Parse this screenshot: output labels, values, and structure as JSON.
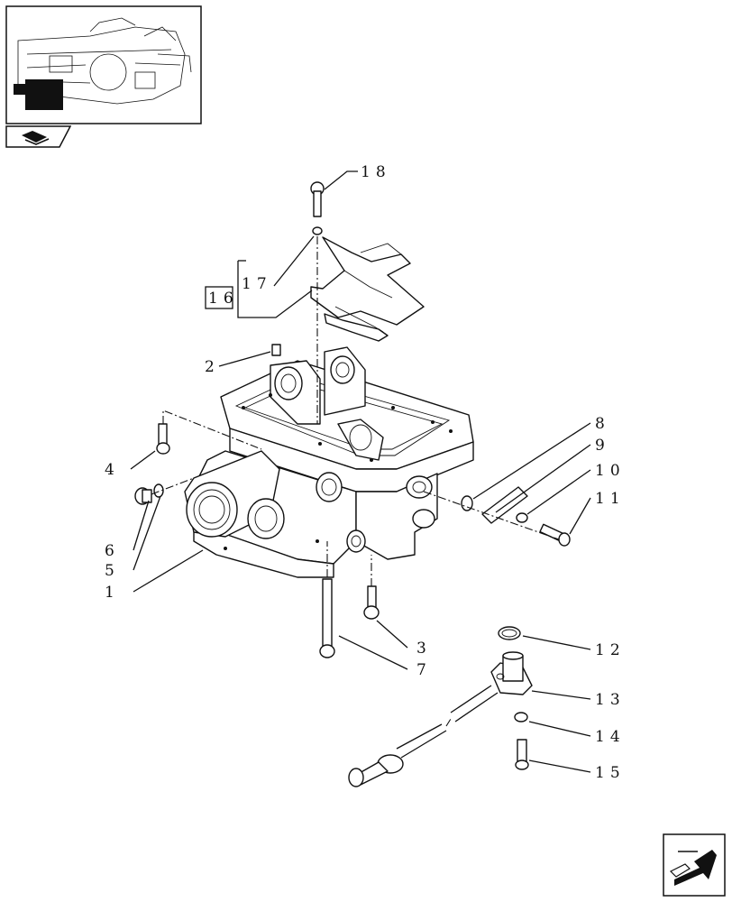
{
  "callouts": [
    {
      "id": "c1",
      "text": "1"
    },
    {
      "id": "c2",
      "text": "2"
    },
    {
      "id": "c3",
      "text": "3"
    },
    {
      "id": "c4",
      "text": "4"
    },
    {
      "id": "c5",
      "text": "5"
    },
    {
      "id": "c6",
      "text": "6"
    },
    {
      "id": "c7",
      "text": "7"
    },
    {
      "id": "c8",
      "text": "8"
    },
    {
      "id": "c9",
      "text": "9"
    },
    {
      "id": "c10",
      "text": "10"
    },
    {
      "id": "c11",
      "text": "11"
    },
    {
      "id": "c12",
      "text": "12"
    },
    {
      "id": "c13",
      "text": "13"
    },
    {
      "id": "c14",
      "text": "14"
    },
    {
      "id": "c15",
      "text": "15"
    },
    {
      "id": "c16",
      "text": "16"
    },
    {
      "id": "c17",
      "text": "17"
    },
    {
      "id": "c18",
      "text": "18"
    }
  ],
  "icons": {
    "thumbnail": "assembly-thumbnail-icon",
    "book": "book-tab-icon",
    "next": "next-page-arrow-icon"
  }
}
